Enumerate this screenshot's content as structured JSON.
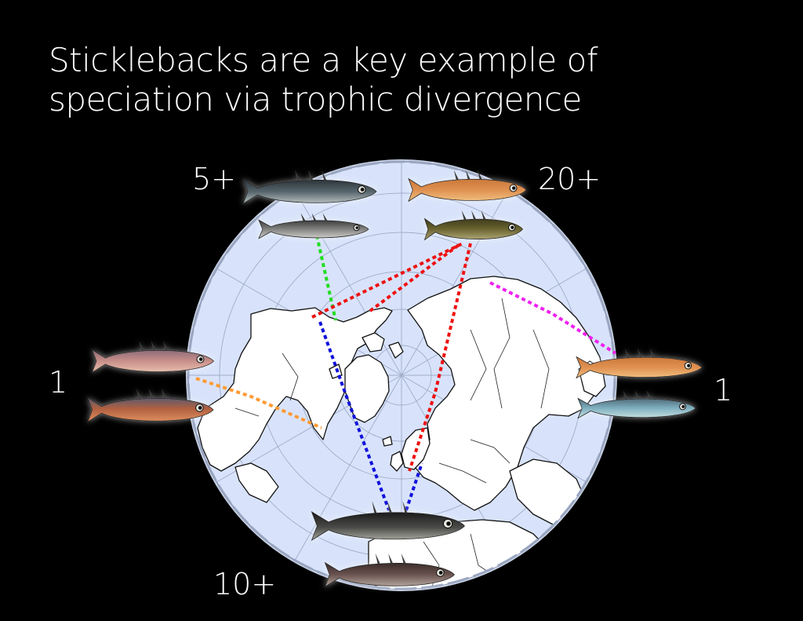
{
  "slide": {
    "title_line1": "Sticklebacks are a key example of",
    "title_line2": "speciation via trophic divergence"
  },
  "counts": {
    "north_west": "5+",
    "north_east": "20+",
    "west": "1",
    "east": "1",
    "south": "10+"
  },
  "colors": {
    "background": "#000000",
    "ocean": "#d8e3fb",
    "land": "#ffffff",
    "green_link": "#22dd22",
    "red_link": "#ee1111",
    "blue_link": "#1111dd",
    "magenta_link": "#ee22ee",
    "orange_link": "#ff9933"
  }
}
